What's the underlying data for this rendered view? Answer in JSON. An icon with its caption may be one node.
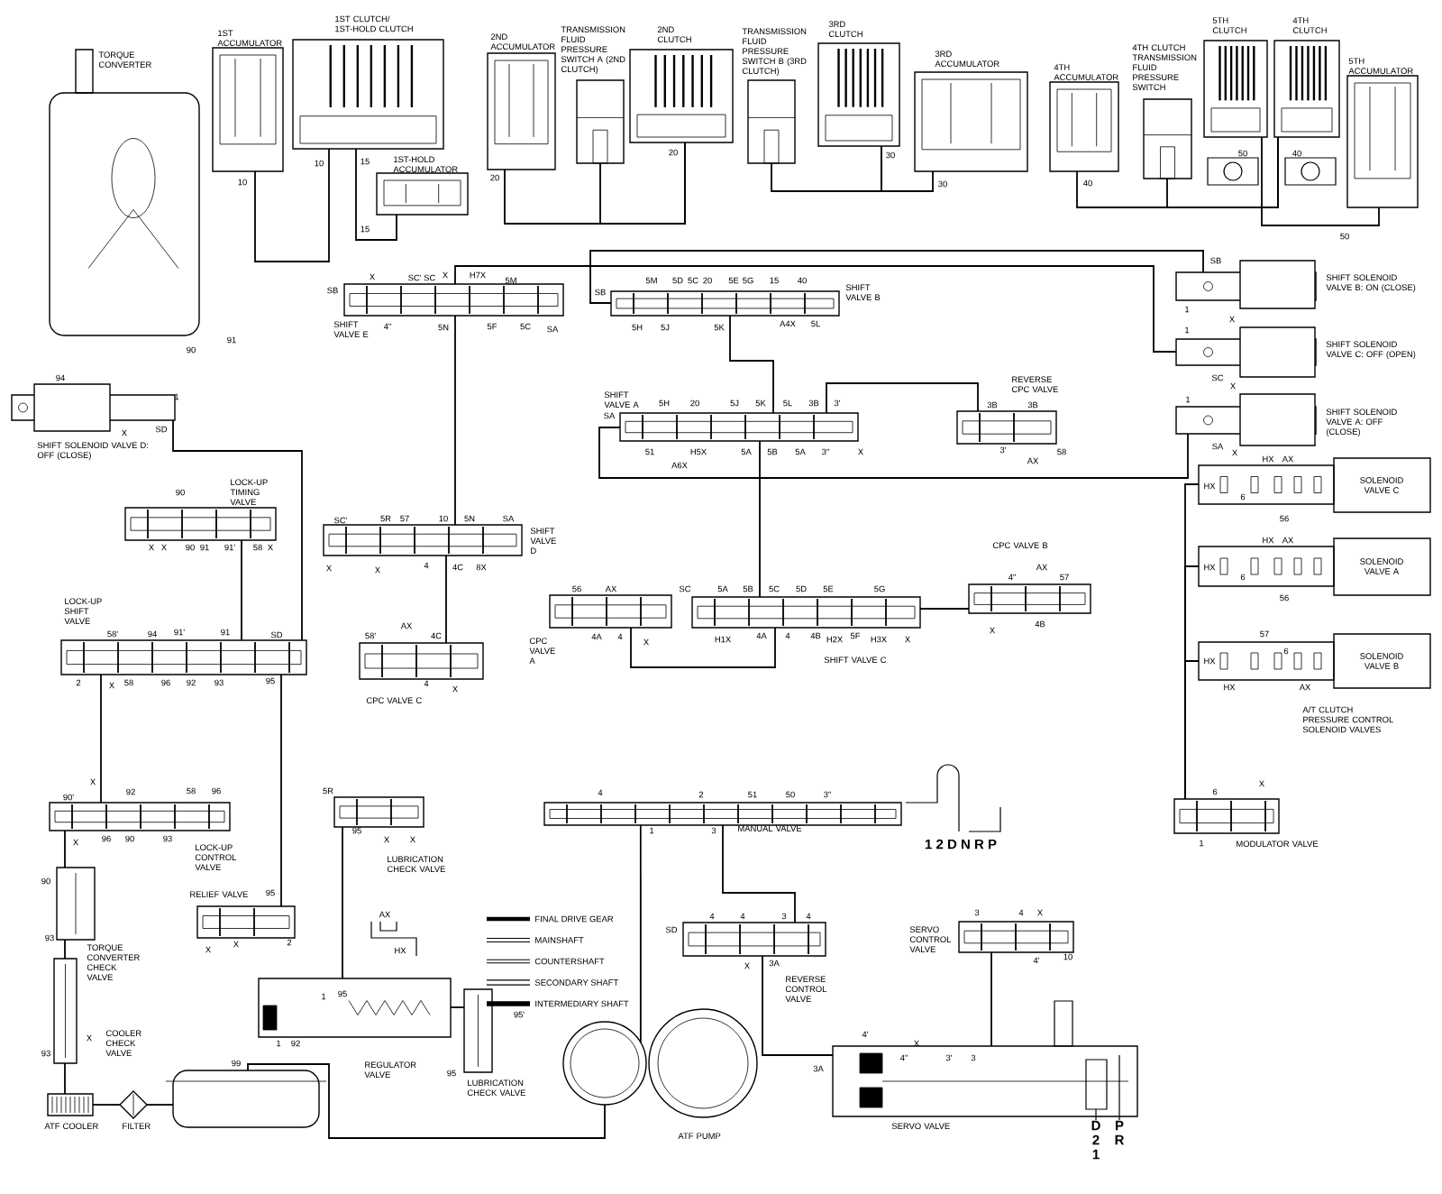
{
  "diagram": {
    "nodes": [
      {
        "text": [
          "TORQUE CONVERTER"
        ]
      },
      {
        "text": [
          "1ST ACCUMULATOR"
        ]
      },
      {
        "text": [
          "1ST CLUTCH/ 1ST-HOLD CLUTCH"
        ]
      },
      {
        "text": [
          "1ST-HOLD ACCUMULATOR"
        ]
      },
      {
        "text": [
          "2ND ACCUMULATOR"
        ]
      },
      {
        "text": [
          "TRANSMISSION FLUID PRESSURE SWITCH A (2ND CLUTCH)"
        ]
      },
      {
        "text": [
          "2ND CLUTCH"
        ]
      },
      {
        "text": [
          "TRANSMISSION FLUID PRESSURE SWITCH B (3RD CLUTCH)"
        ]
      },
      {
        "text": [
          "3RD CLUTCH"
        ]
      },
      {
        "text": [
          "3RD ACCUMULATOR"
        ]
      },
      {
        "text": [
          "4TH ACCUMULATOR"
        ]
      },
      {
        "text": [
          "4TH CLUTCH TRANSMISSION FLUID PRESSURE SWITCH"
        ]
      },
      {
        "text": [
          "5TH CLUTCH"
        ]
      },
      {
        "text": [
          "4TH CLUTCH"
        ]
      },
      {
        "text": [
          "5TH ACCUMULATOR"
        ]
      },
      {
        "text": [
          "SHIFT SOLENOID VALVE D: OFF (CLOSE)"
        ]
      },
      {
        "text": [
          "SHIFT VALVE E"
        ]
      },
      {
        "text": [
          "SHIFT VALVE B"
        ]
      },
      {
        "text": [
          "SHIFT VALVE A"
        ]
      },
      {
        "text": [
          "REVERSE CPC VALVE"
        ]
      },
      {
        "text": [
          "SHIFT SOLENOID VALVE B: ON (CLOSE)"
        ]
      },
      {
        "text": [
          "SHIFT SOLENOID VALVE C: OFF (OPEN)"
        ]
      },
      {
        "text": [
          "SHIFT SOLENOID VALVE A: OFF (CLOSE)"
        ]
      },
      {
        "text": [
          "SOLENOID VALVE C"
        ]
      },
      {
        "text": [
          "SOLENOID VALVE A"
        ]
      },
      {
        "text": [
          "SOLENOID VALVE B"
        ]
      },
      {
        "text": [
          "LOCK-UP TIMING VALVE"
        ]
      },
      {
        "text": [
          "SHIFT VALVE D"
        ]
      },
      {
        "text": [
          "CPC VALVE B"
        ]
      },
      {
        "text": [
          "CPC VALVE A"
        ]
      },
      {
        "text": [
          "SHIFT VALVE C"
        ]
      },
      {
        "text": [
          "LOCK-UP SHIFT VALVE"
        ]
      },
      {
        "text": [
          "CPC VALVE C"
        ]
      },
      {
        "text": [
          "LOCK-UP CONTROL VALVE"
        ]
      },
      {
        "text": [
          "LUBRICATION CHECK VALVE"
        ]
      },
      {
        "text": [
          "MANUAL VALVE"
        ]
      },
      {
        "text": [
          "RELIEF VALVE"
        ]
      },
      {
        "text": [
          "TORQUE CONVERTER CHECK VALVE"
        ]
      },
      {
        "text": [
          "COOLER CHECK VALVE"
        ]
      },
      {
        "text": [
          "REGULATOR VALVE"
        ]
      },
      {
        "text": [
          "LUBRICATION CHECK VALVE"
        ]
      },
      {
        "text": [
          "REVERSE CONTROL VALVE"
        ]
      },
      {
        "text": [
          "SERVO CONTROL VALVE"
        ]
      },
      {
        "text": [
          "SERVO VALVE"
        ]
      },
      {
        "text": [
          "MODULATOR VALVE"
        ]
      },
      {
        "text": [
          "ATF COOLER"
        ]
      },
      {
        "text": [
          "FILTER"
        ]
      },
      {
        "text": [
          "ATF PUMP"
        ]
      },
      {
        "text": [],
        "shape": "box"
      }
    ],
    "edges": [
      {
        "from": 1,
        "to": 2,
        "arrow": "none"
      },
      {
        "from": 2,
        "to": 3,
        "arrow": "none"
      },
      {
        "from": 4,
        "to": 6,
        "arrow": "none"
      },
      {
        "from": 5,
        "to": 6,
        "arrow": "none"
      },
      {
        "from": 7,
        "to": 8,
        "arrow": "none"
      },
      {
        "from": 9,
        "to": 8,
        "arrow": "none"
      },
      {
        "from": 10,
        "to": 13,
        "arrow": "none"
      },
      {
        "from": 11,
        "to": 13,
        "arrow": "none"
      },
      {
        "from": 14,
        "to": 12,
        "arrow": "none"
      },
      {
        "from": 15,
        "to": 31,
        "arrow": "none"
      },
      {
        "from": 26,
        "to": 31,
        "arrow": "none"
      },
      {
        "from": 31,
        "to": 33,
        "arrow": "none"
      },
      {
        "from": 33,
        "to": 37,
        "arrow": "none"
      },
      {
        "from": 37,
        "to": 38,
        "arrow": "none"
      },
      {
        "from": 38,
        "to": 45,
        "arrow": "none"
      },
      {
        "from": 45,
        "to": 46,
        "arrow": "none"
      },
      {
        "from": 46,
        "to": 48,
        "arrow": "none"
      },
      {
        "from": 48,
        "to": 47,
        "arrow": "none"
      },
      {
        "from": 47,
        "to": 35,
        "arrow": "none"
      },
      {
        "from": 35,
        "to": 41,
        "arrow": "none"
      },
      {
        "from": 41,
        "to": 43,
        "arrow": "none"
      },
      {
        "from": 42,
        "to": 43,
        "arrow": "none"
      },
      {
        "from": 39,
        "to": 40,
        "arrow": "none"
      },
      {
        "from": 44,
        "to": 23,
        "arrow": "none"
      },
      {
        "from": 44,
        "to": 24,
        "arrow": "none"
      },
      {
        "from": 44,
        "to": 25,
        "arrow": "none"
      },
      {
        "from": 22,
        "to": 18,
        "arrow": "none"
      },
      {
        "from": 20,
        "to": 17,
        "arrow": "none"
      },
      {
        "from": 21,
        "to": 16,
        "arrow": "none"
      },
      {
        "from": 16,
        "to": 27,
        "arrow": "none"
      },
      {
        "from": 27,
        "to": 32,
        "arrow": "none"
      },
      {
        "from": 17,
        "to": 18,
        "arrow": "none"
      },
      {
        "from": 18,
        "to": 30,
        "arrow": "none"
      },
      {
        "from": 29,
        "to": 30,
        "arrow": "none"
      },
      {
        "from": 19,
        "to": 18,
        "arrow": "none"
      },
      {
        "from": 28,
        "to": 30,
        "arrow": "none"
      },
      {
        "from": 36,
        "to": 31,
        "arrow": "none"
      },
      {
        "from": 34,
        "to": 39,
        "arrow": "none"
      }
    ],
    "labels": [
      "10",
      "10",
      "15",
      "15",
      "20",
      "20",
      "30",
      "30",
      "40",
      "50",
      "40",
      "50",
      "SB",
      "X",
      "SC' SC",
      "X",
      "H7X",
      "5M",
      "4\"",
      "5N",
      "5F",
      "5C",
      "SA",
      "SB",
      "5M",
      "5D",
      "5C",
      "20",
      "5E",
      "5G",
      "15",
      "40",
      "5H",
      "5J",
      "5K",
      "A4X",
      "5L",
      "SB",
      "1",
      "X",
      "1",
      "SC",
      "X",
      "1",
      "SA",
      "X",
      "91",
      "90",
      "94",
      "1",
      "X",
      "SD",
      "5H",
      "20",
      "5J",
      "5K",
      "5L",
      "3B",
      "3'",
      "SA",
      "51",
      "H5X",
      "A6X",
      "5A",
      "5B",
      "5A",
      "3\"",
      "X",
      "3B",
      "3B",
      "3'",
      "AX",
      "58",
      "HX",
      "AX",
      "HX",
      "6",
      "56",
      "90",
      "X",
      "X",
      "90",
      "91",
      "91'",
      "58",
      "X",
      "SC'",
      "5R",
      "57",
      "10",
      "5N",
      "SA",
      "X",
      "X",
      "4",
      "4C",
      "8X",
      "HX",
      "AX",
      "HX",
      "6",
      "56",
      "56",
      "AX",
      "SC",
      "5A",
      "5B",
      "5C",
      "5D",
      "5E",
      "5G",
      "4\"",
      "AX",
      "57",
      "4A",
      "4",
      "X",
      "H1X",
      "4A",
      "4",
      "4B",
      "H2X",
      "5F",
      "H3X",
      "X",
      "X",
      "4B",
      "57",
      "6",
      "HX",
      "HX",
      "AX",
      "58'",
      "94",
      "91'",
      "91",
      "SD",
      "58'",
      "AX",
      "4C",
      "2",
      "X",
      "58",
      "96",
      "92",
      "93",
      "95",
      "4",
      "X",
      "A/T CLUTCH PRESSURE CONTROL SOLENOID VALVES",
      "X",
      "90'",
      "92",
      "58",
      "96",
      "5R",
      "4",
      "2",
      "51",
      "50",
      "3\"",
      "X",
      "6",
      "X",
      "96",
      "90",
      "93",
      "95",
      "X",
      "X",
      "1",
      "3",
      "1 2 D N R P",
      "1",
      "90",
      "95",
      "AX",
      "4",
      "4",
      "3",
      "4",
      "3",
      "4",
      "X",
      "93",
      "X",
      "X",
      "2",
      "HX",
      "SD",
      "X",
      "3A",
      "4'",
      "10",
      "1",
      "95",
      "95'",
      "4'",
      "X",
      "X",
      "1",
      "92",
      "93",
      "4\"",
      "3'",
      "3",
      "99",
      "3A",
      "95",
      "D",
      "P",
      "2",
      "R",
      "1"
    ],
    "legend": [
      {
        "text": "FINAL DRIVE GEAR"
      },
      {
        "text": "MAINSHAFT"
      },
      {
        "text": "COUNTERSHAFT"
      },
      {
        "text": "SECONDARY SHAFT"
      },
      {
        "text": "INTERMEDIARY SHAFT"
      }
    ]
  }
}
